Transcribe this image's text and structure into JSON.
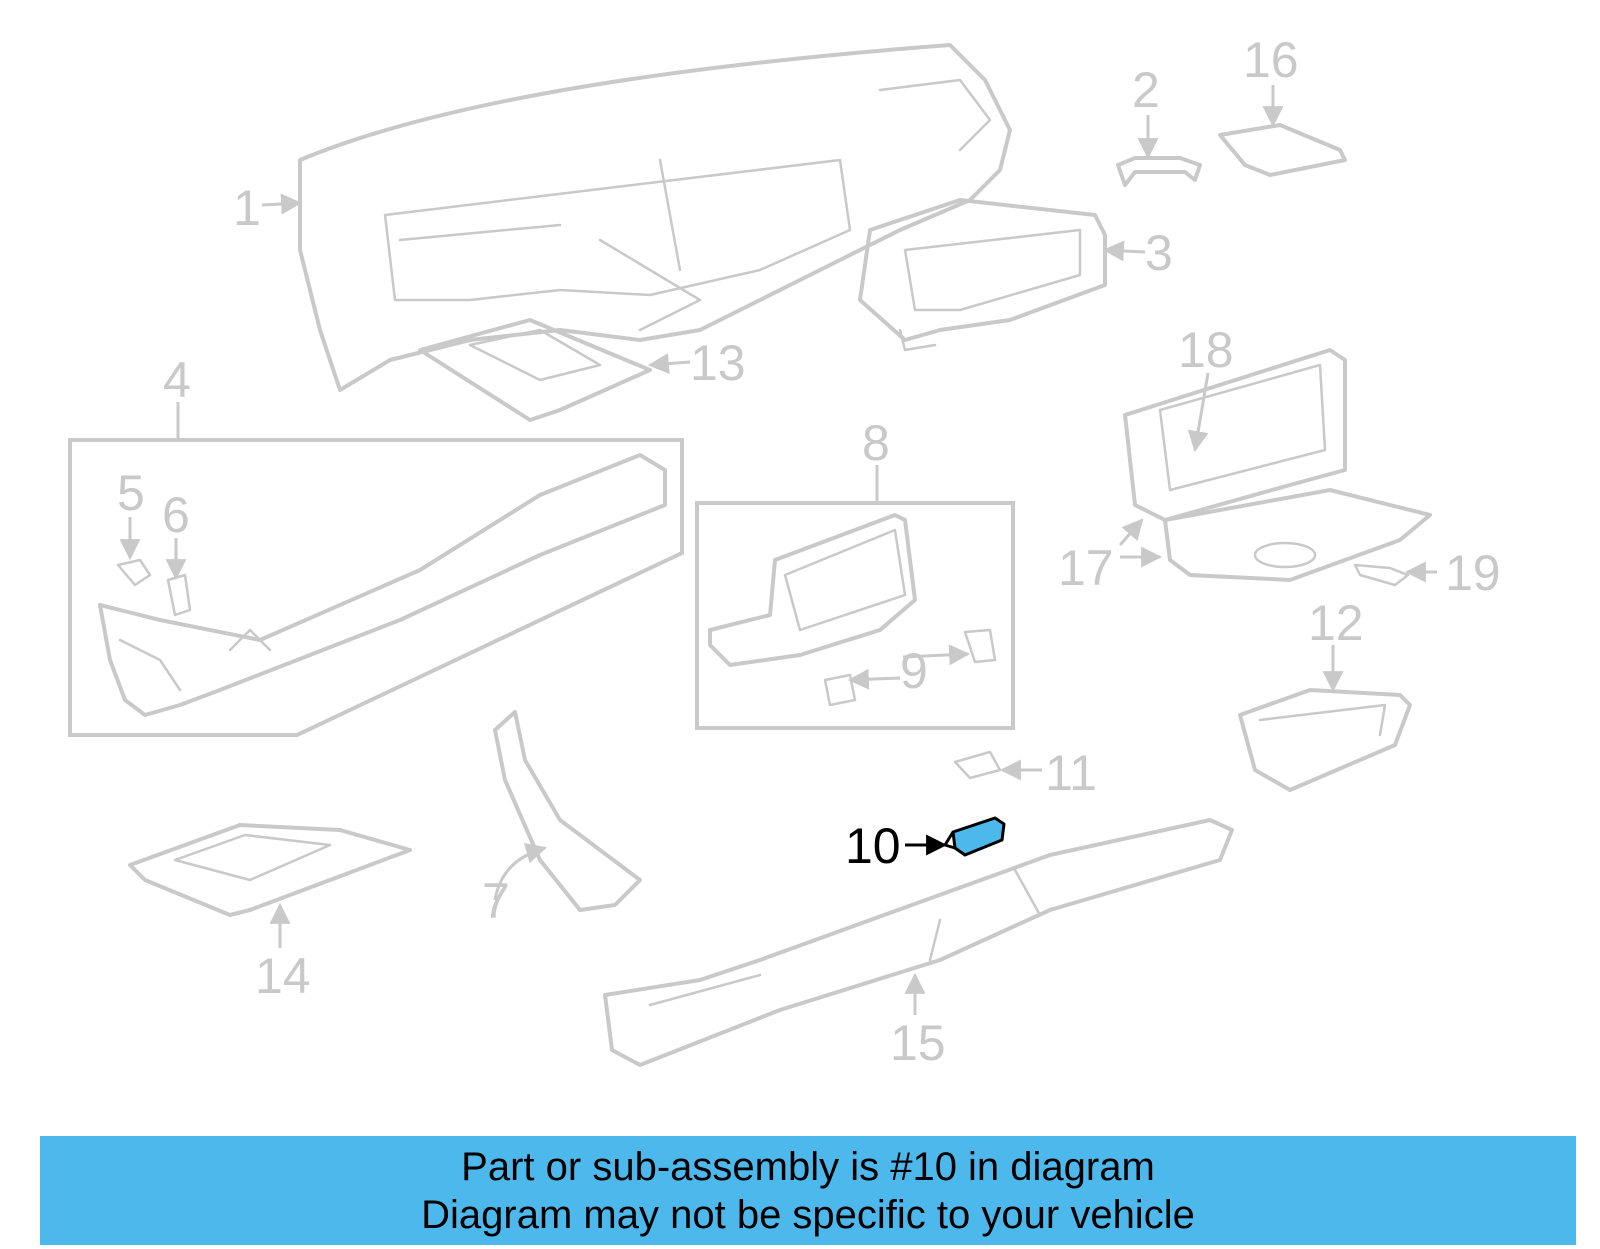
{
  "callouts": {
    "c1": "1",
    "c2": "2",
    "c3": "3",
    "c4": "4",
    "c5": "5",
    "c6": "6",
    "c7": "7",
    "c8": "8",
    "c9": "9",
    "c10": "10",
    "c11": "11",
    "c12": "12",
    "c13": "13",
    "c14": "14",
    "c15": "15",
    "c16": "16",
    "c17": "17",
    "c18": "18",
    "c19": "19"
  },
  "banner": {
    "line1": "Part or sub-assembly is #10 in diagram",
    "line2": "Diagram may not be specific to your vehicle"
  },
  "colors": {
    "highlight": "#4db8ec",
    "banner": "#4db8ec",
    "line_art": "#c9c9c9",
    "highlight_label": "#000000"
  }
}
